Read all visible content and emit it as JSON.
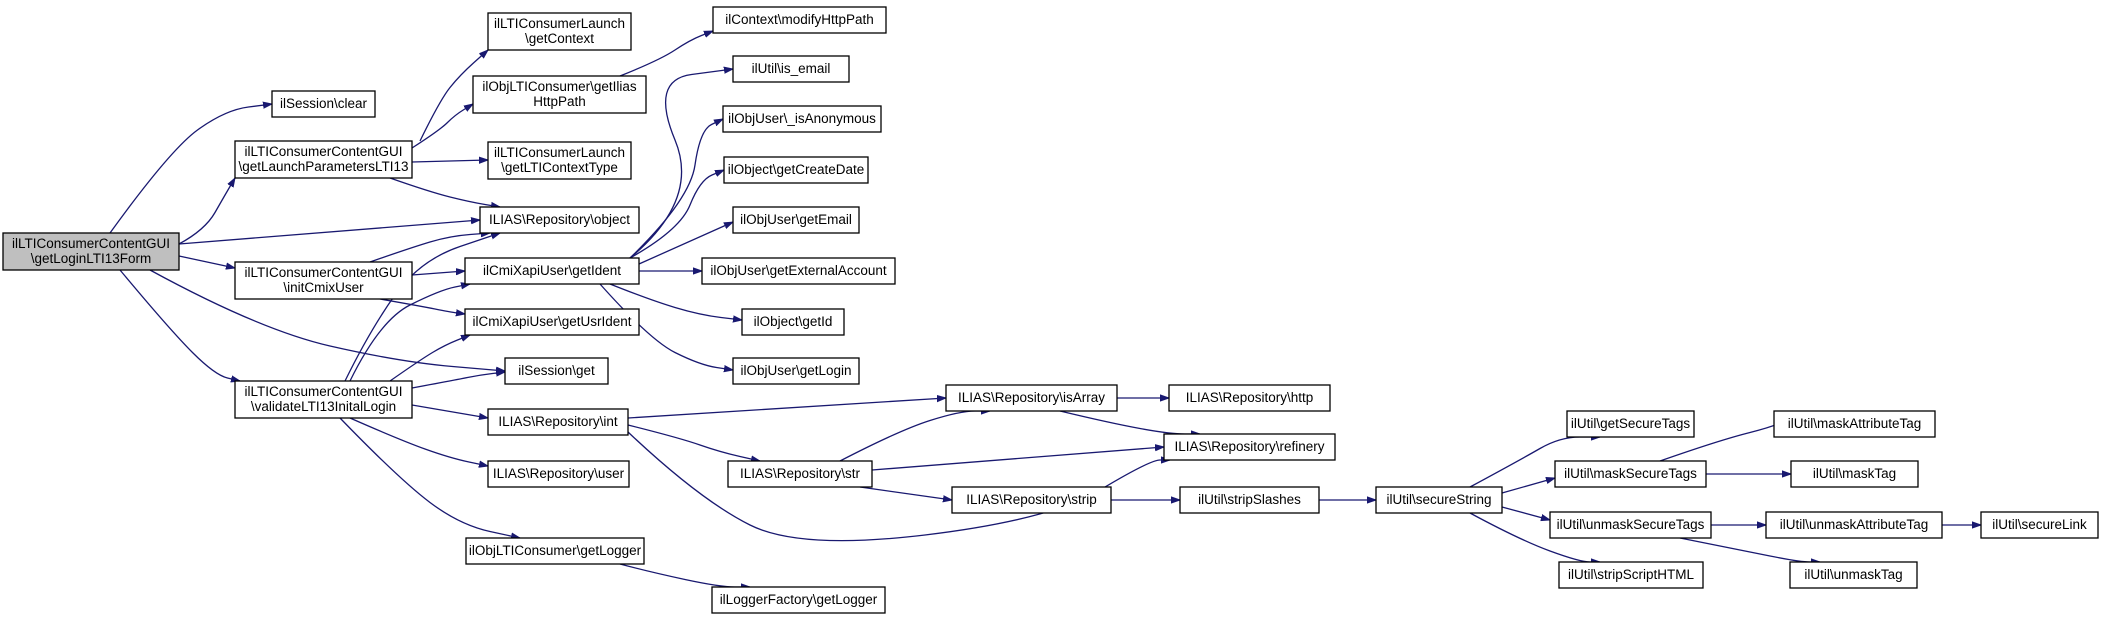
{
  "diagram": {
    "type": "call-graph",
    "colors": {
      "edge": "#191970",
      "root_fill": "#bfbfbf",
      "node_fill": "#ffffff",
      "node_border": "#000000"
    },
    "nodes": [
      {
        "id": "root",
        "lines": [
          "ilLTIConsumerContentGUI",
          "\\getLoginLTI13Form"
        ],
        "root": true
      },
      {
        "id": "sessclear",
        "lines": [
          "ilSession\\clear"
        ]
      },
      {
        "id": "getlaunch",
        "lines": [
          "ilLTIConsumerContentGUI",
          "\\getLaunchParametersLTI13"
        ]
      },
      {
        "id": "initcmix",
        "lines": [
          "ilLTIConsumerContentGUI",
          "\\initCmixUser"
        ]
      },
      {
        "id": "validate",
        "lines": [
          "ilLTIConsumerContentGUI",
          "\\validateLTI13InitalLogin"
        ]
      },
      {
        "id": "launchctx",
        "lines": [
          "ilLTIConsumerLaunch",
          "\\getContext"
        ]
      },
      {
        "id": "iliashttp",
        "lines": [
          "ilObjLTIConsumer\\getIlias",
          "HttpPath"
        ]
      },
      {
        "id": "ctxtype",
        "lines": [
          "ilLTIConsumerLaunch",
          "\\getLTIContextType"
        ]
      },
      {
        "id": "repoobject",
        "lines": [
          "ILIAS\\Repository\\object"
        ]
      },
      {
        "id": "cmiident",
        "lines": [
          "ilCmiXapiUser\\getIdent"
        ]
      },
      {
        "id": "usrident",
        "lines": [
          "ilCmiXapiUser\\getUsrIdent"
        ]
      },
      {
        "id": "sessget",
        "lines": [
          "ilSession\\get"
        ]
      },
      {
        "id": "repoint",
        "lines": [
          "ILIAS\\Repository\\int"
        ]
      },
      {
        "id": "repouser",
        "lines": [
          "ILIAS\\Repository\\user"
        ]
      },
      {
        "id": "getlogger",
        "lines": [
          "ilObjLTIConsumer\\getLogger"
        ]
      },
      {
        "id": "modhttp",
        "lines": [
          "ilContext\\modifyHttpPath"
        ]
      },
      {
        "id": "isemail",
        "lines": [
          "ilUtil\\is_email"
        ]
      },
      {
        "id": "isanon",
        "lines": [
          "ilObjUser\\_isAnonymous"
        ]
      },
      {
        "id": "createdate",
        "lines": [
          "ilObject\\getCreateDate"
        ]
      },
      {
        "id": "getemail",
        "lines": [
          "ilObjUser\\getEmail"
        ]
      },
      {
        "id": "extacct",
        "lines": [
          "ilObjUser\\getExternalAccount"
        ]
      },
      {
        "id": "getid",
        "lines": [
          "ilObject\\getId"
        ]
      },
      {
        "id": "getlogin",
        "lines": [
          "ilObjUser\\getLogin"
        ]
      },
      {
        "id": "isarray",
        "lines": [
          "ILIAS\\Repository\\isArray"
        ]
      },
      {
        "id": "repostr",
        "lines": [
          "ILIAS\\Repository\\str"
        ]
      },
      {
        "id": "logfactory",
        "lines": [
          "ilLoggerFactory\\getLogger"
        ]
      },
      {
        "id": "repostrip",
        "lines": [
          "ILIAS\\Repository\\strip"
        ]
      },
      {
        "id": "repohttp",
        "lines": [
          "ILIAS\\Repository\\http"
        ]
      },
      {
        "id": "refinery",
        "lines": [
          "ILIAS\\Repository\\refinery"
        ]
      },
      {
        "id": "stripslashes",
        "lines": [
          "ilUtil\\stripSlashes"
        ]
      },
      {
        "id": "securestring",
        "lines": [
          "ilUtil\\secureString"
        ]
      },
      {
        "id": "securetags",
        "lines": [
          "ilUtil\\getSecureTags"
        ]
      },
      {
        "id": "masksecure",
        "lines": [
          "ilUtil\\maskSecureTags"
        ]
      },
      {
        "id": "unmasksecure",
        "lines": [
          "ilUtil\\unmaskSecureTags"
        ]
      },
      {
        "id": "stripscript",
        "lines": [
          "ilUtil\\stripScriptHTML"
        ]
      },
      {
        "id": "maskattr",
        "lines": [
          "ilUtil\\maskAttributeTag"
        ]
      },
      {
        "id": "masktag",
        "lines": [
          "ilUtil\\maskTag"
        ]
      },
      {
        "id": "unmaskattr",
        "lines": [
          "ilUtil\\unmaskAttributeTag"
        ]
      },
      {
        "id": "unmasktag",
        "lines": [
          "ilUtil\\unmaskTag"
        ]
      },
      {
        "id": "securelink",
        "lines": [
          "ilUtil\\secureLink"
        ]
      }
    ],
    "edges": [
      [
        "root",
        "sessclear"
      ],
      [
        "root",
        "getlaunch"
      ],
      [
        "root",
        "repoobject"
      ],
      [
        "root",
        "initcmix"
      ],
      [
        "root",
        "sessget"
      ],
      [
        "root",
        "validate"
      ],
      [
        "getlaunch",
        "launchctx"
      ],
      [
        "getlaunch",
        "iliashttp"
      ],
      [
        "getlaunch",
        "ctxtype"
      ],
      [
        "getlaunch",
        "repoobject"
      ],
      [
        "iliashttp",
        "modhttp"
      ],
      [
        "initcmix",
        "repoobject"
      ],
      [
        "initcmix",
        "cmiident"
      ],
      [
        "initcmix",
        "usrident"
      ],
      [
        "validate",
        "repoobject"
      ],
      [
        "validate",
        "cmiident"
      ],
      [
        "validate",
        "usrident"
      ],
      [
        "validate",
        "sessget"
      ],
      [
        "validate",
        "repoint"
      ],
      [
        "validate",
        "repouser"
      ],
      [
        "validate",
        "getlogger"
      ],
      [
        "cmiident",
        "isemail"
      ],
      [
        "cmiident",
        "isanon"
      ],
      [
        "cmiident",
        "createdate"
      ],
      [
        "cmiident",
        "getemail"
      ],
      [
        "cmiident",
        "extacct"
      ],
      [
        "cmiident",
        "getid"
      ],
      [
        "cmiident",
        "getlogin"
      ],
      [
        "repoint",
        "isarray"
      ],
      [
        "repoint",
        "repostr"
      ],
      [
        "repoint",
        "refinery"
      ],
      [
        "repostr",
        "isarray"
      ],
      [
        "repostr",
        "refinery"
      ],
      [
        "repostr",
        "repostrip"
      ],
      [
        "isarray",
        "repohttp"
      ],
      [
        "isarray",
        "refinery"
      ],
      [
        "getlogger",
        "logfactory"
      ],
      [
        "repostrip",
        "stripslashes"
      ],
      [
        "stripslashes",
        "securestring"
      ],
      [
        "securestring",
        "securetags"
      ],
      [
        "securestring",
        "masksecure"
      ],
      [
        "securestring",
        "unmasksecure"
      ],
      [
        "securestring",
        "stripscript"
      ],
      [
        "masksecure",
        "maskattr"
      ],
      [
        "masksecure",
        "masktag"
      ],
      [
        "unmasksecure",
        "unmaskattr"
      ],
      [
        "unmasksecure",
        "unmasktag"
      ],
      [
        "unmaskattr",
        "securelink"
      ]
    ]
  }
}
